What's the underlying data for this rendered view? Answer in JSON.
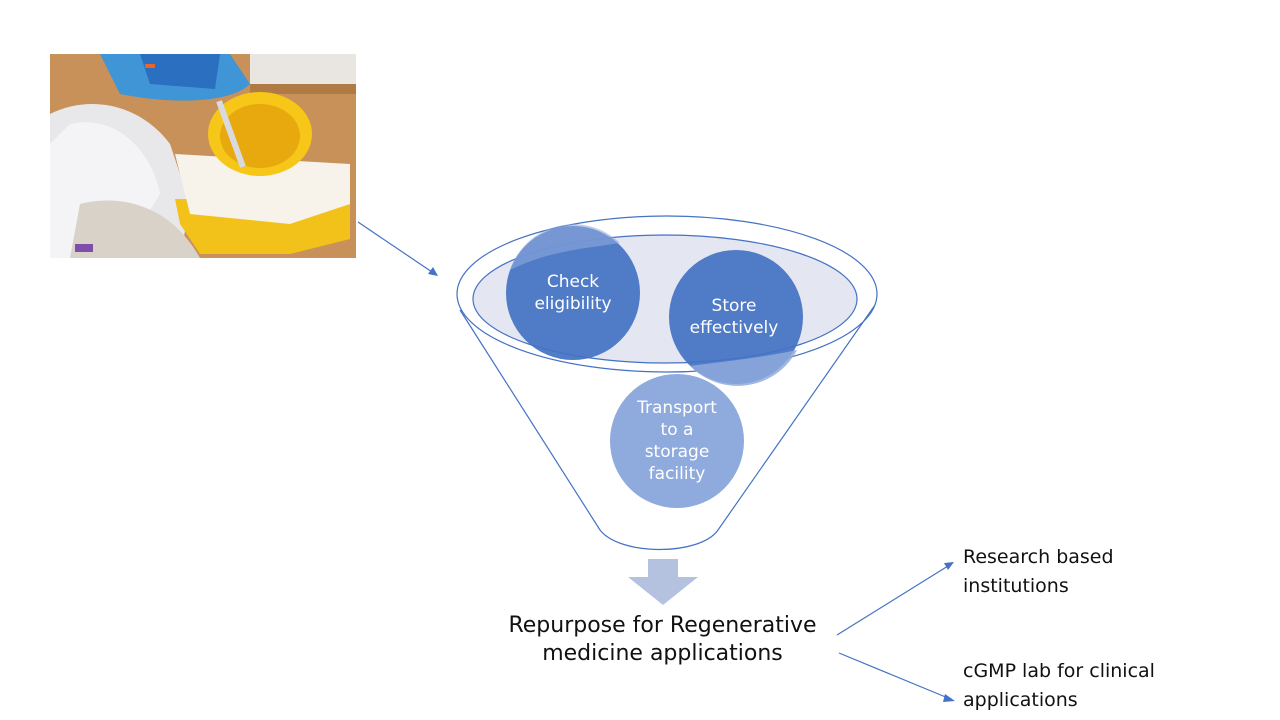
{
  "photo": {
    "description": "Gloved hand placing a used syringe into a yellow sharps disposal container"
  },
  "funnel": {
    "steps": [
      {
        "lines": [
          "Check",
          "eligibility"
        ]
      },
      {
        "lines": [
          "Store",
          "effectively"
        ]
      },
      {
        "lines": [
          "Transport",
          "to a",
          "storage",
          "facility"
        ]
      }
    ]
  },
  "result": {
    "lines": [
      "Repurpose for Regenerative",
      "medicine applications"
    ]
  },
  "outputs": [
    {
      "lines": [
        "Research based",
        "institutions"
      ]
    },
    {
      "lines": [
        "cGMP lab for clinical",
        "applications"
      ]
    }
  ],
  "colors": {
    "dark_blue": "#4472C4",
    "light_blue": "#8FAADC",
    "rim_fill": "#E4E6F2",
    "line_blue": "#4472C4",
    "arrow_fill": "#B4C2E0"
  }
}
